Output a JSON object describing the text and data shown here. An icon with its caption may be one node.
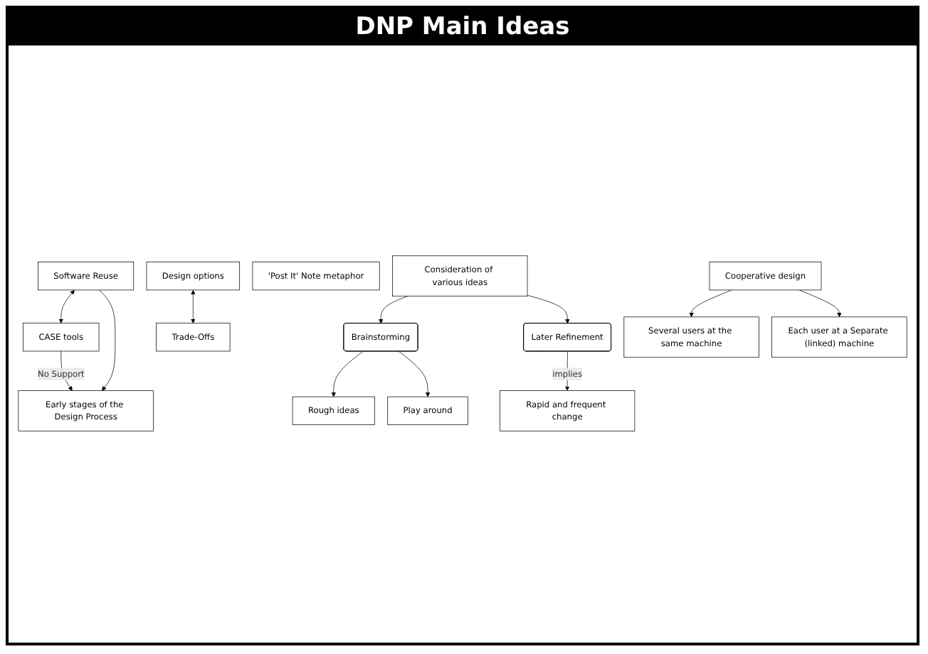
{
  "diagram": {
    "title": "DNP Main Ideas",
    "nodes": [
      {
        "text": [
          "Software Reuse"
        ]
      },
      {
        "text": [
          "CASE tools"
        ]
      },
      {
        "text": [
          "Early stages of the Design Process"
        ]
      },
      {
        "text": [
          "Consideration of various ideas"
        ]
      },
      {
        "text": [
          "'Post It' Note metaphor"
        ]
      },
      {
        "text": [
          "Design options"
        ]
      },
      {
        "text": [
          "Trade-Offs"
        ]
      },
      {
        "text": [
          "Brainstorming"
        ]
      },
      {
        "text": [
          "Later Refinement"
        ]
      },
      {
        "text": [
          "Rough ideas"
        ]
      },
      {
        "text": [
          "Play around"
        ]
      },
      {
        "text": [
          "Cooperative design"
        ]
      },
      {
        "text": [
          "Several users at the same machine"
        ]
      },
      {
        "text": [
          "Each user at a Separate (linked) machine"
        ]
      },
      {
        "text": [
          "Rapid and frequent change"
        ]
      }
    ],
    "edges": [
      {
        "from": 0,
        "to": 1,
        "arrow": "both"
      },
      {
        "from": 0,
        "to": 2,
        "arrow": "to"
      },
      {
        "from": 1,
        "to": 2,
        "arrow": "to",
        "label": "No Support"
      },
      {
        "from": 5,
        "to": 6,
        "arrow": "both"
      },
      {
        "from": 3,
        "to": 7,
        "arrow": "to"
      },
      {
        "from": 3,
        "to": 8,
        "arrow": "to"
      },
      {
        "from": 7,
        "to": 9,
        "arrow": "to"
      },
      {
        "from": 7,
        "to": 10,
        "arrow": "to"
      },
      {
        "from": 8,
        "to": 14,
        "arrow": "to",
        "label": "implies"
      },
      {
        "from": 11,
        "to": 12,
        "arrow": "to"
      },
      {
        "from": 11,
        "to": 13,
        "arrow": "to"
      }
    ]
  }
}
